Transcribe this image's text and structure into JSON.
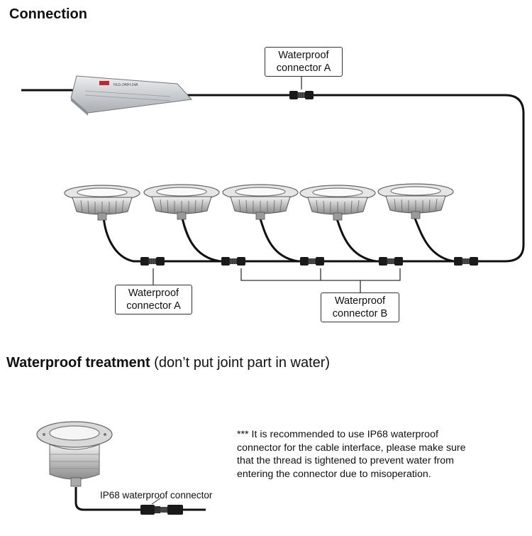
{
  "headings": {
    "connection": "Connection",
    "treatment_bold": "Waterproof treatment",
    "treatment_rest": "(don’t put joint part in water)"
  },
  "labels": {
    "connector_a_top_line1": "Waterproof",
    "connector_a_top_line2": "connector A",
    "connector_a_bottom_line1": "Waterproof",
    "connector_a_bottom_line2": "connector A",
    "connector_b_line1": "Waterproof",
    "connector_b_line2": "connector B",
    "driver_model": "HLG-240H-24A",
    "ip68": "IP68 waterproof connector"
  },
  "note": {
    "line1": "*** It is recommended to use IP68 waterproof",
    "line2": "connector for the cable interface, please make sure",
    "line3": "that the thread is tightened to prevent water from",
    "line4": "entering the connector due to misoperation."
  },
  "icons": [
    "power-driver-icon",
    "underground-light-icon",
    "waterproof-connector-icon"
  ],
  "colors": {
    "cable": "#111111",
    "driver_body": "#c9ccd0",
    "light_ring": "#d9d9d9",
    "brand_red": "#c0282d"
  }
}
